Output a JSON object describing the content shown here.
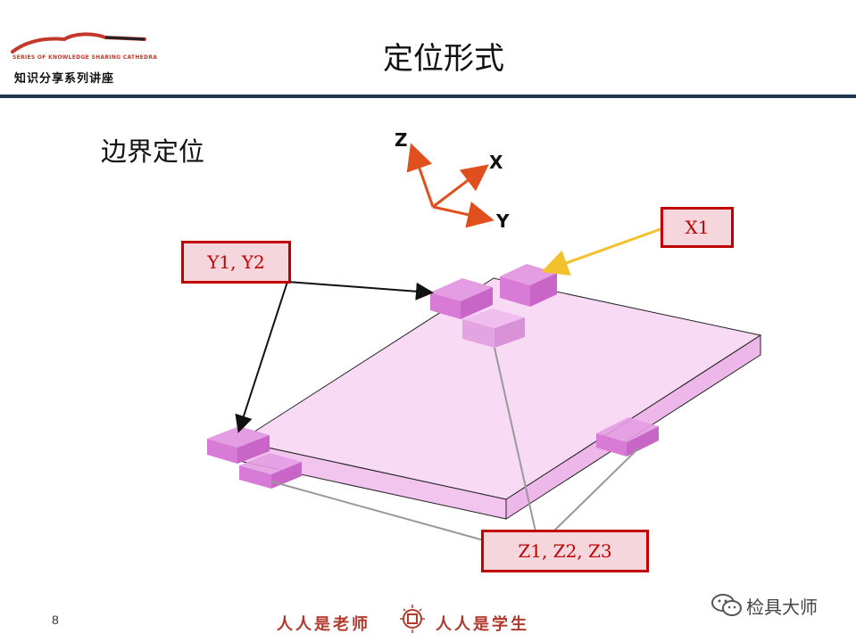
{
  "header": {
    "logo_tagline": "SERIES OF KNOWLEDGE SHARING CATHEDRA",
    "logo_series": "知识分享系列讲座",
    "title": "定位形式"
  },
  "slide": {
    "subtitle": "边界定位",
    "axes": {
      "z": "Z",
      "x": "X",
      "y": "Y"
    },
    "callouts": {
      "x1": "X1",
      "y1y2": "Y1, Y2",
      "z1z2z3": "Z1, Z2, Z3"
    },
    "colors": {
      "callout_border": "#c00000",
      "callout_fill": "#f6d6dd",
      "axis": "#e0501e",
      "arrow_x1": "#f2c12e",
      "plate": "#f7cdf2",
      "block": "#d77bd6"
    }
  },
  "footer": {
    "page_number": "8",
    "motto_left": "人人是老师",
    "motto_right": "人人是学生",
    "watermark": "检具大师"
  }
}
